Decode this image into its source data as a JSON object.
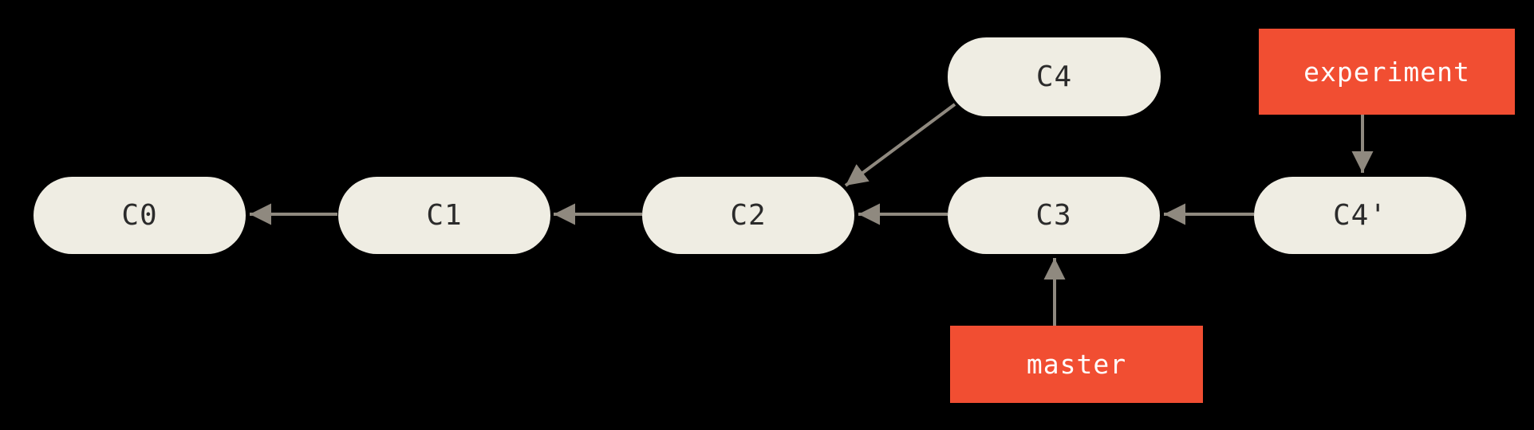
{
  "title": "Git commit graph with rebased commit C4'",
  "colors": {
    "background": "#000000",
    "commit_fill": "#EFEDE3",
    "commit_text": "#2B2B2B",
    "arrow": "#8F897F",
    "branch_fill": "#F14E32",
    "branch_text": "#FFFFFF"
  },
  "commits": [
    {
      "label": "C0"
    },
    {
      "label": "C1"
    },
    {
      "label": "C2"
    },
    {
      "label": "C3"
    },
    {
      "label": "C4"
    },
    {
      "label": "C4'"
    }
  ],
  "branches": [
    {
      "label": "experiment",
      "points_to": "C4'"
    },
    {
      "label": "master",
      "points_to": "C3"
    }
  ],
  "edges": [
    {
      "from": "C1",
      "to": "C0"
    },
    {
      "from": "C2",
      "to": "C1"
    },
    {
      "from": "C3",
      "to": "C2"
    },
    {
      "from": "C4",
      "to": "C2"
    },
    {
      "from": "C4'",
      "to": "C3"
    },
    {
      "from": "experiment",
      "to": "C4'"
    },
    {
      "from": "master",
      "to": "C3"
    }
  ]
}
